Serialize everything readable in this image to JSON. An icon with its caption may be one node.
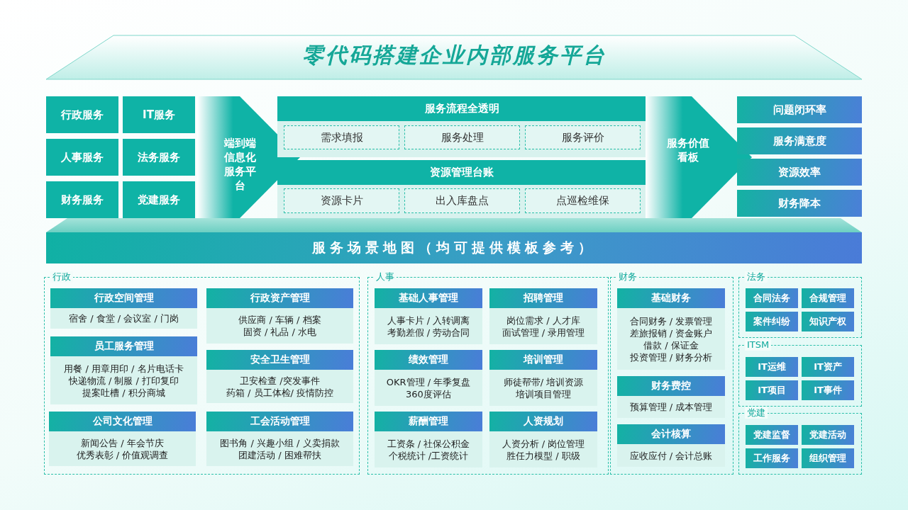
{
  "diagram": {
    "title": "零代码搭建企业内部服务平台",
    "nodes": [
      {
        "text": [
          "行政服务"
        ]
      },
      {
        "text": [
          "IT服务"
        ]
      },
      {
        "text": [
          "人事服务"
        ]
      },
      {
        "text": [
          "法务服务"
        ]
      },
      {
        "text": [
          "财务服务"
        ]
      },
      {
        "text": [
          "党建服务"
        ]
      },
      {
        "text": [
          "端到端信息化服务平台"
        ]
      },
      {
        "text": [
          "服务流程全透明"
        ]
      },
      {
        "text": [
          "需求填报"
        ],
        "in": 7
      },
      {
        "text": [
          "服务处理"
        ],
        "in": 7
      },
      {
        "text": [
          "服务评价"
        ],
        "in": 7
      },
      {
        "text": [
          "资源管理台账"
        ]
      },
      {
        "text": [
          "资源卡片"
        ],
        "in": 11
      },
      {
        "text": [
          "出入库盘点"
        ],
        "in": 11
      },
      {
        "text": [
          "点巡检维保"
        ],
        "in": 11
      },
      {
        "text": [
          "服务价值看板"
        ]
      },
      {
        "text": [
          "问题闭环率"
        ]
      },
      {
        "text": [
          "服务满意度"
        ]
      },
      {
        "text": [
          "资源效率"
        ]
      },
      {
        "text": [
          "财务降本"
        ]
      },
      {
        "text": [
          "服务场景地图（均可提供模板参考）"
        ]
      },
      {
        "text": [
          "行政"
        ]
      },
      {
        "text": [
          "行政空间管理",
          "宿舍 / 食堂 / 会议室 / 门岗"
        ],
        "in": 21
      },
      {
        "text": [
          "行政资产管理",
          "供应商 / 车辆 / 档案",
          "固资 / 礼品 / 水电"
        ],
        "in": 21
      },
      {
        "text": [
          "员工服务管理",
          "用餐 / 用章用印 / 名片电话卡",
          "快递物流 / 制服 / 打印复印",
          "提案吐槽 / 积分商城"
        ],
        "in": 21
      },
      {
        "text": [
          "安全卫生管理",
          "卫安检查 /突发事件",
          "药箱 / 员工体检/ 疫情防控"
        ],
        "in": 21
      },
      {
        "text": [
          "公司文化管理",
          "新闻公告 / 年会节庆",
          "优秀表彰 / 价值观调查"
        ],
        "in": 21
      },
      {
        "text": [
          "工会活动管理",
          "图书角 / 兴趣小组 / 义卖捐款",
          "团建活动 / 困难帮扶"
        ],
        "in": 21
      },
      {
        "text": [
          "人事"
        ]
      },
      {
        "text": [
          "基础人事管理",
          "人事卡片 / 入转调离",
          "考勤差假 / 劳动合同"
        ],
        "in": 28
      },
      {
        "text": [
          "招聘管理",
          "岗位需求 / 人才库",
          "面试管理 / 录用管理"
        ],
        "in": 28
      },
      {
        "text": [
          "绩效管理",
          "OKR管理 / 年季复盘",
          "360度评估"
        ],
        "in": 28
      },
      {
        "text": [
          "培训管理",
          "师徒帮带/ 培训资源",
          "培训项目管理"
        ],
        "in": 28
      },
      {
        "text": [
          "薪酬管理",
          "工资条 / 社保公积金",
          "个税统计 /工资统计"
        ],
        "in": 28
      },
      {
        "text": [
          "人资规划",
          "人资分析 / 岗位管理",
          "胜任力模型 / 职级"
        ],
        "in": 28
      },
      {
        "text": [
          "财务"
        ]
      },
      {
        "text": [
          "基础财务",
          "合同财务 / 发票管理",
          "差旅报销 / 资金账户",
          "借款 / 保证金",
          "投资管理 / 财务分析"
        ],
        "in": 35
      },
      {
        "text": [
          "财务费控",
          "预算管理 / 成本管理"
        ],
        "in": 35
      },
      {
        "text": [
          "会计核算",
          "应收应付 / 会计总账"
        ],
        "in": 35
      },
      {
        "text": [
          "法务"
        ]
      },
      {
        "text": [
          "合同法务"
        ],
        "in": 39
      },
      {
        "text": [
          "合规管理"
        ],
        "in": 39
      },
      {
        "text": [
          "案件纠纷"
        ],
        "in": 39
      },
      {
        "text": [
          "知识产权"
        ],
        "in": 39
      },
      {
        "text": [
          "ITSM"
        ]
      },
      {
        "text": [
          "IT运维"
        ],
        "in": 44
      },
      {
        "text": [
          "IT资产"
        ],
        "in": 44
      },
      {
        "text": [
          "IT项目"
        ],
        "in": 44
      },
      {
        "text": [
          "IT事件"
        ],
        "in": 44
      },
      {
        "text": [
          "党建"
        ]
      },
      {
        "text": [
          "党建监督"
        ],
        "in": 49
      },
      {
        "text": [
          "党建活动"
        ],
        "in": 49
      },
      {
        "text": [
          "工作服务"
        ],
        "in": 49
      },
      {
        "text": [
          "组织管理"
        ],
        "in": 49
      }
    ]
  }
}
